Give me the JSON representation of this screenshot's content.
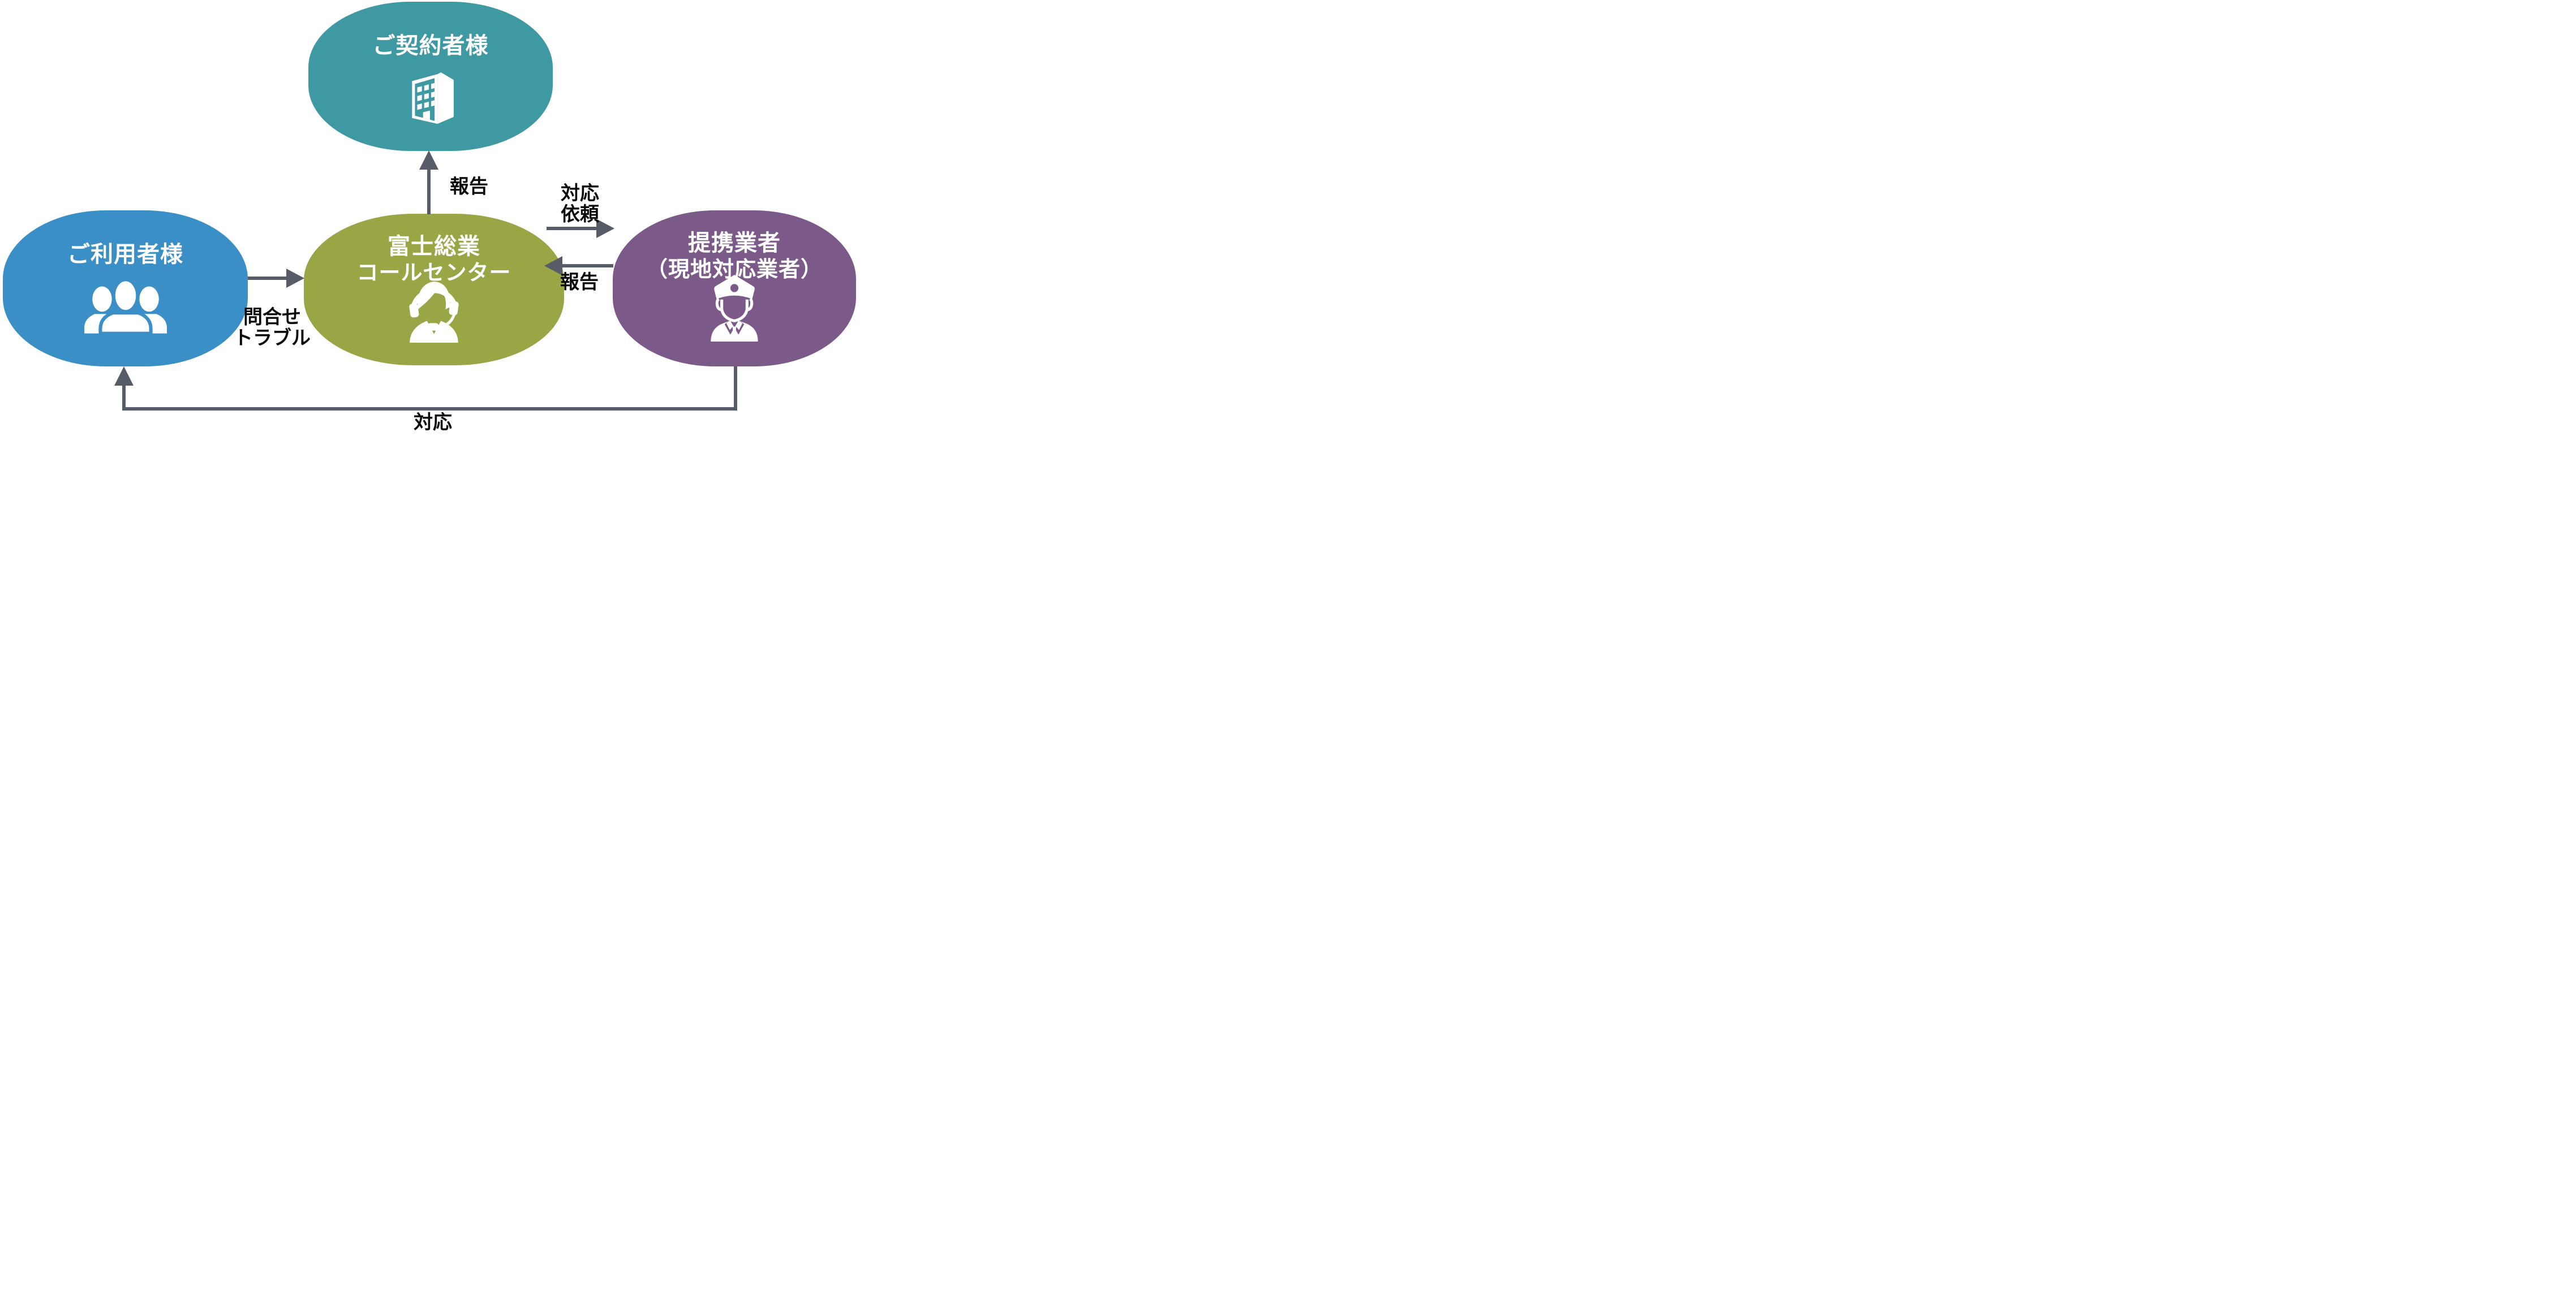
{
  "colors": {
    "contractor": "#3E99A2",
    "users": "#3A8FC6",
    "call_center": "#9AA546",
    "partner": "#7B5A89",
    "arrow": "#565C68",
    "label_text": "#0A0A0A",
    "node_text": "#FFFFFF",
    "background": "#FFFFFF"
  },
  "nodes": {
    "contractor": {
      "label": "ご契約者様",
      "icon": "building-icon"
    },
    "users": {
      "label": "ご利用者様",
      "icon": "people-icon"
    },
    "call_center": {
      "label_line1": "富士総業",
      "label_line2": "コールセンター",
      "icon": "operator-headset-icon"
    },
    "partner": {
      "label_line1": "提携業者",
      "label_line2": "（現地対応業者）",
      "icon": "guard-icon"
    }
  },
  "arrows": {
    "report_to_contractor": {
      "from": "call_center",
      "to": "contractor",
      "label": "報告"
    },
    "inquiry": {
      "from": "users",
      "to": "call_center",
      "label_line1": "問合せ",
      "label_line2": "トラブル"
    },
    "request": {
      "from": "call_center",
      "to": "partner",
      "label_line1": "対応",
      "label_line2": "依頼"
    },
    "report_from_partner": {
      "from": "partner",
      "to": "call_center",
      "label": "報告"
    },
    "response": {
      "from": "partner",
      "to": "users",
      "label": "対応"
    }
  }
}
